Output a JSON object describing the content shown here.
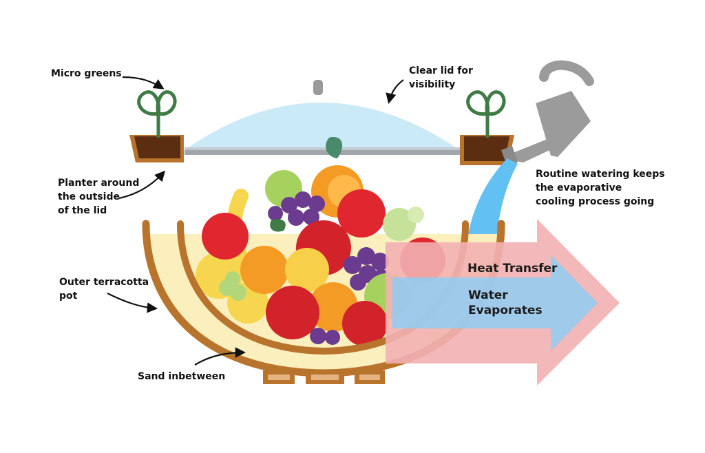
{
  "labels": {
    "micro_greens": "Micro greens",
    "clear_lid": "Clear lid for\nvisibility",
    "planter": "Planter around\nthe outside\nof the lid",
    "outer_pot": "Outer terracotta\npot",
    "sand": "Sand inbetween",
    "watering": "Routine watering keeps\nthe evaporative\ncooling process going",
    "heat_transfer": "Heat Transfer",
    "water_evaporates": "Water\nEvaporates"
  },
  "colors": {
    "terracotta": "#b8742c",
    "sand": "#fbefbd",
    "lid": "#cbeaf7",
    "water": "#62c0f2",
    "heat_arrow": "#f2b1b3",
    "evap_arrow": "#8fcdf2",
    "soil": "#5b2e12",
    "sprout": "#3e7b45",
    "watering_can": "#9b9b9b"
  },
  "icons": [
    "sprout-icon",
    "watering-can-icon",
    "fruit-bowl-icon",
    "dome-lid-icon"
  ]
}
